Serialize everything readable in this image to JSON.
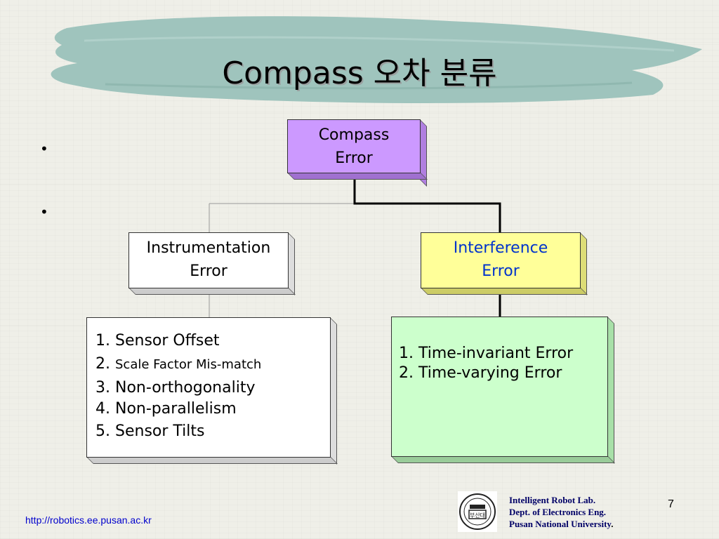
{
  "slide": {
    "title": "Compass 오차 분류",
    "page_number": "7",
    "bullets": [
      "•",
      "•"
    ]
  },
  "diagram": {
    "root": {
      "label_line1": "Compass",
      "label_line2": "Error",
      "color": "#cc99ff"
    },
    "instrumentation": {
      "label_line1": "Instrumentation",
      "label_line2": "Error",
      "color": "#ffffff"
    },
    "interference": {
      "label_line1": "Interference",
      "label_line2": "Error",
      "color": "#ffff99",
      "text_color": "#0033cc"
    },
    "instrumentation_items": [
      {
        "num": "1.",
        "text": "Sensor Offset"
      },
      {
        "num": "2.",
        "text": "Scale Factor Mis-match"
      },
      {
        "num": "3.",
        "text": "Non-orthogonality"
      },
      {
        "num": "4.",
        "text": "Non-parallelism"
      },
      {
        "num": "5.",
        "text": "Sensor Tilts"
      }
    ],
    "interference_items": [
      {
        "num": "1.",
        "text": "Time-invariant Error"
      },
      {
        "num": "2.",
        "text": "Time-varying Error"
      }
    ],
    "interference_list_color": "#ccffcc"
  },
  "footer": {
    "url": "http://robotics.ee.pusan.ac.kr",
    "lab_line1": "Intelligent Robot Lab.",
    "lab_line2": "Dept. of Electronics Eng.",
    "lab_line3": "Pusan National  University",
    "lab_line3_suffix": ".",
    "logo_text": "부산대"
  }
}
